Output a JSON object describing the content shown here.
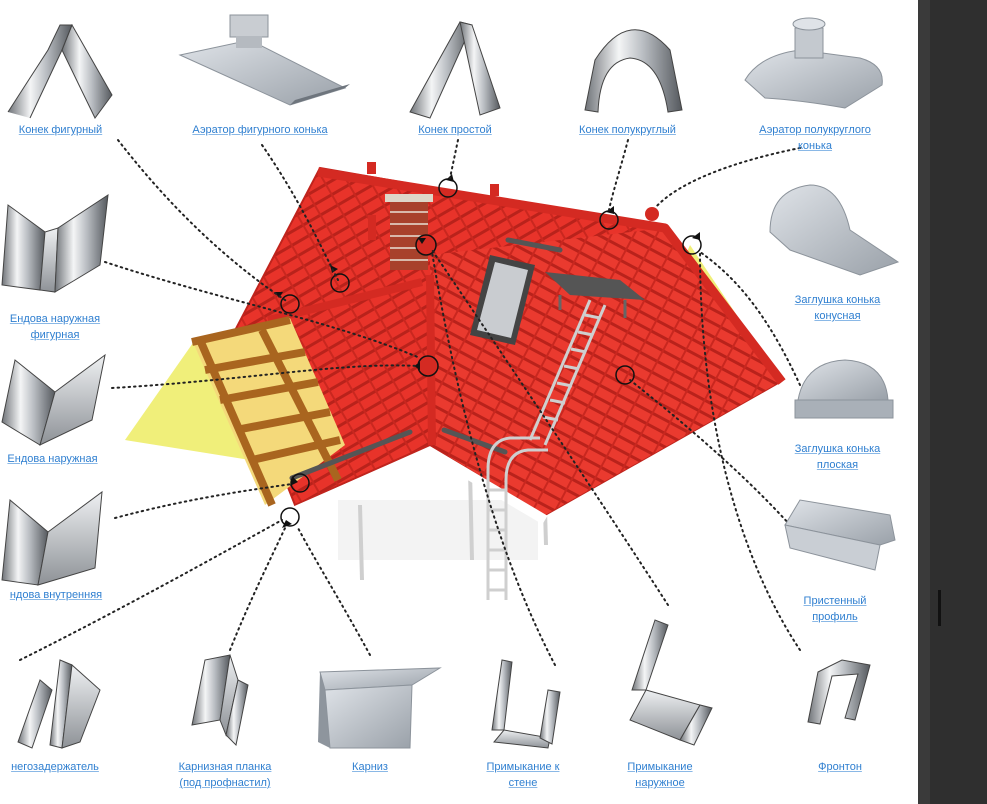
{
  "colors": {
    "label": "#2f7fd0",
    "roof": "#e8332a",
    "gable": "#f0ef7a",
    "panel": "#2f2f2f"
  },
  "labels": {
    "konek_figurny": [
      "Конек фигурный"
    ],
    "aerator_figurnogo": [
      "Аэратор фигурного конька"
    ],
    "konek_prostoy": [
      "Конек простой"
    ],
    "konek_polukrugly": [
      "Конек полукруглый"
    ],
    "aerator_polukruglogo": [
      "Аэратор полукруглого",
      "конька"
    ],
    "zaglushka_konusnaya": [
      "Заглушка конька",
      "конусная"
    ],
    "zaglushka_ploskaya": [
      "Заглушка конька",
      "плоская"
    ],
    "pristenny": [
      "Пристенный",
      "профиль"
    ],
    "fronton": [
      "Фронтон"
    ],
    "primykanie_naruzhnoe": [
      "Примыкание",
      "наружное"
    ],
    "primykanie_stene": [
      "Примыкание к",
      "стене"
    ],
    "karniz": [
      "Карниз"
    ],
    "karniznaya_planka": [
      "Карнизная планка",
      "(под профнастил)"
    ],
    "snegozaderzhatel": [
      "негозадержатель"
    ],
    "endova_vnutrennyaya": [
      "ндова внутренняя"
    ],
    "endova_naruzhnaya": [
      "Ендова наружная"
    ],
    "endova_naruzhnaya_figurnaya": [
      "Ендова наружная",
      "фигурная"
    ]
  }
}
